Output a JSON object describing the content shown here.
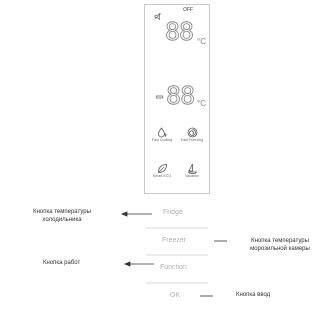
{
  "display": {
    "off_label": "OFF",
    "fridge_digits": "88",
    "freezer_digits": "-88",
    "unit": "°C",
    "modes": [
      {
        "label": "Fast Cooling",
        "icon": "drop-snowflake-icon"
      },
      {
        "label": "Fast Freezing",
        "icon": "swirl-icon"
      },
      {
        "label": "Smart ECO",
        "icon": "leaf-icon"
      },
      {
        "label": "Vacation",
        "icon": "sailboat-icon"
      }
    ]
  },
  "buttons": {
    "fridge": "Fridge",
    "freezer": "Freezer",
    "function": "Function",
    "ok": "OK"
  },
  "annotations": {
    "fridge_line1": "Кнопка температуры",
    "fridge_line2": "холодильника",
    "freezer_line1": "Кнопка температуры",
    "freezer_line2": "морозильной камеры",
    "function": "Кнопка работ",
    "ok": "Кнопка ввод"
  }
}
